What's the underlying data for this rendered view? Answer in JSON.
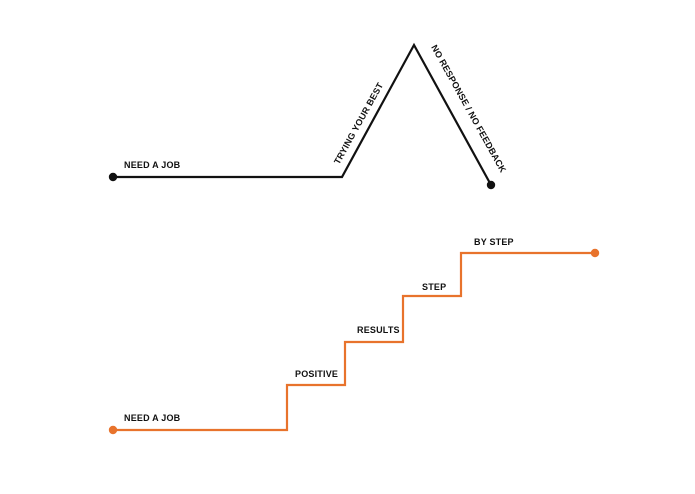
{
  "colors": {
    "top_path": "#111111",
    "bottom_path": "#e8732c",
    "label": "#111111",
    "background": "#ffffff"
  },
  "top_path": {
    "start_label": "NEED A JOB",
    "rise_label": "TRYING YOUR BEST",
    "fall_label": "NO RESPONSE / NO FEEDBACK"
  },
  "bottom_path": {
    "start_label": "NEED A JOB",
    "step_labels": [
      "POSITIVE",
      "RESULTS",
      "STEP",
      "BY STEP"
    ]
  }
}
